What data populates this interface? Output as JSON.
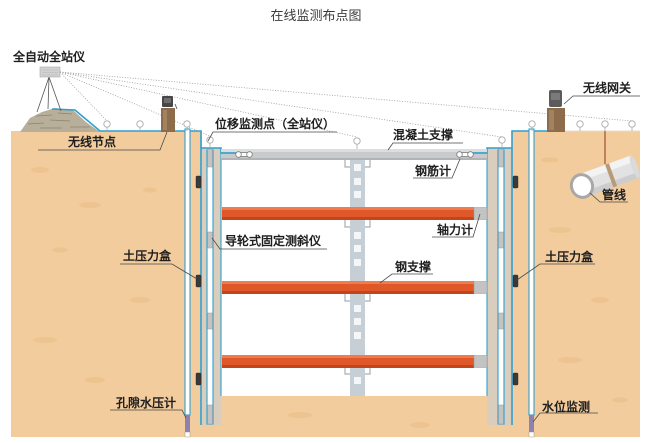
{
  "title": "在线监测布点图",
  "labels": {
    "total_station": "全自动全站仪",
    "wireless_node": "无线节点",
    "displacement_point": "位移监测点（全站仪）",
    "concrete_support": "混凝土支撑",
    "rebar_meter": "钢筋计",
    "wireless_gateway": "无线网关",
    "pipeline": "管线",
    "inclinometer": "导轮式固定测斜仪",
    "earth_pressure_cell_left": "土压力盒",
    "axial_force_meter": "轴力计",
    "steel_support": "钢支撑",
    "earth_pressure_cell_right": "土压力盒",
    "pore_water_piezometer": "孔隙水压计",
    "water_level_monitor": "水位监测"
  },
  "icons": {
    "total_station": "total-station-icon",
    "wireless_node": "wireless-node-icon",
    "wireless_gateway": "wireless-gateway-icon",
    "monitoring_point": "prism-marker-icon",
    "earth_pressure_cell": "earth-pressure-cell-icon",
    "rebar_meter": "rebar-meter-icon",
    "pipeline": "pipe-icon"
  },
  "colors": {
    "soil": "#f2cc9c",
    "outline_blue": "#2f9fd0",
    "steel_support": "#e0582a",
    "concrete_support": "#c9cacc",
    "diaphragm_wall": "#d9cebd",
    "lattice_column": "#c6cfd6",
    "device_box": "#8d6c4c",
    "piezometer": "#8f80b2",
    "title_text": "#3a3a3a",
    "label_text": "#1e1e1e"
  }
}
